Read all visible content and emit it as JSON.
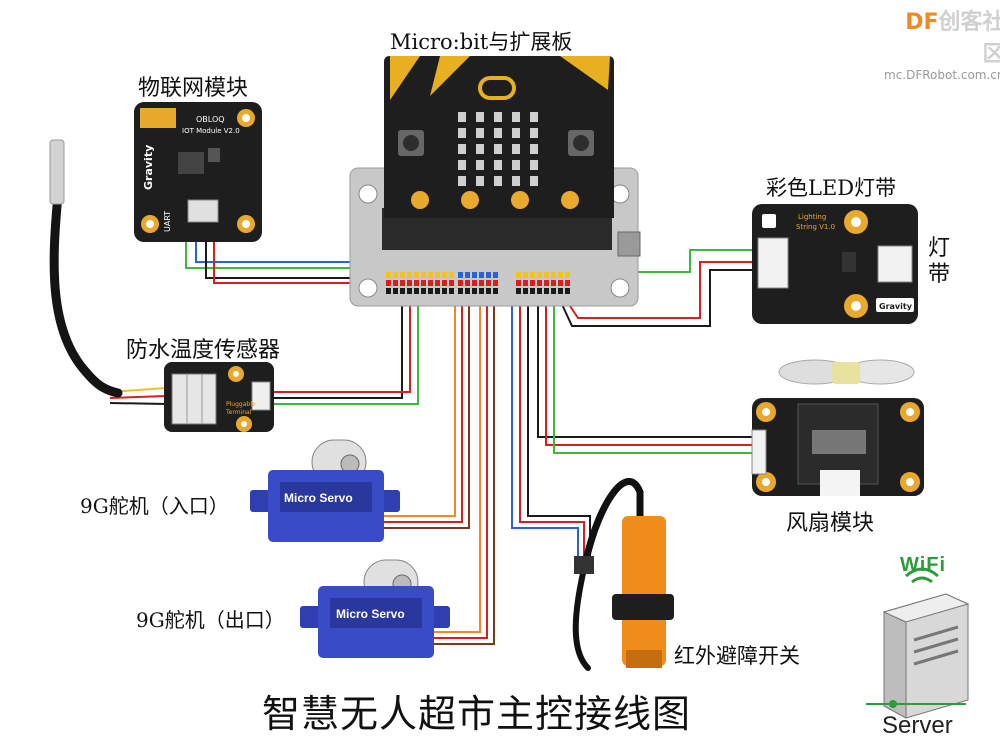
{
  "brand": {
    "logo": "DF",
    "logo_cn": "创客社区",
    "url": "mc.DFRobot.com.cn"
  },
  "title": "智慧无人超市主控接线图",
  "labels": {
    "microbit": "Micro:bit与扩展板",
    "iot": "物联网模块",
    "led": "彩色LED灯带",
    "led_side": "灯带",
    "temp": "防水温度传感器",
    "fan": "风扇模块",
    "servo_in": "9G舵机（入口）",
    "servo_out": "9G舵机（出口）",
    "ir": "红外避障开关",
    "wifi": "WiFi",
    "server": "Server"
  },
  "modules": {
    "iot": {
      "line1": "OBLOQ",
      "line2": "IOT Module V2.0",
      "brand": "Gravity",
      "port": "UART"
    },
    "led": {
      "line1": "Lighting",
      "line2": "String V1.0",
      "brand": "Gravity"
    },
    "servo": {
      "text": "Micro Servo"
    },
    "temp": {
      "line1": "Pluggable",
      "line2": "Terminal"
    }
  },
  "colors": {
    "wire_red": "#d62020",
    "wire_black": "#1a1a1a",
    "wire_green": "#3cb83c",
    "wire_blue": "#2a62d8",
    "wire_yellow": "#f2c21d",
    "wire_orange": "#f08a24",
    "board_dark": "#1e1e1e",
    "shield_grey": "#c8c8c8",
    "servo_blue": "#2f3eb0",
    "ir_orange": "#f08c1a",
    "gold": "#e8a92d"
  }
}
